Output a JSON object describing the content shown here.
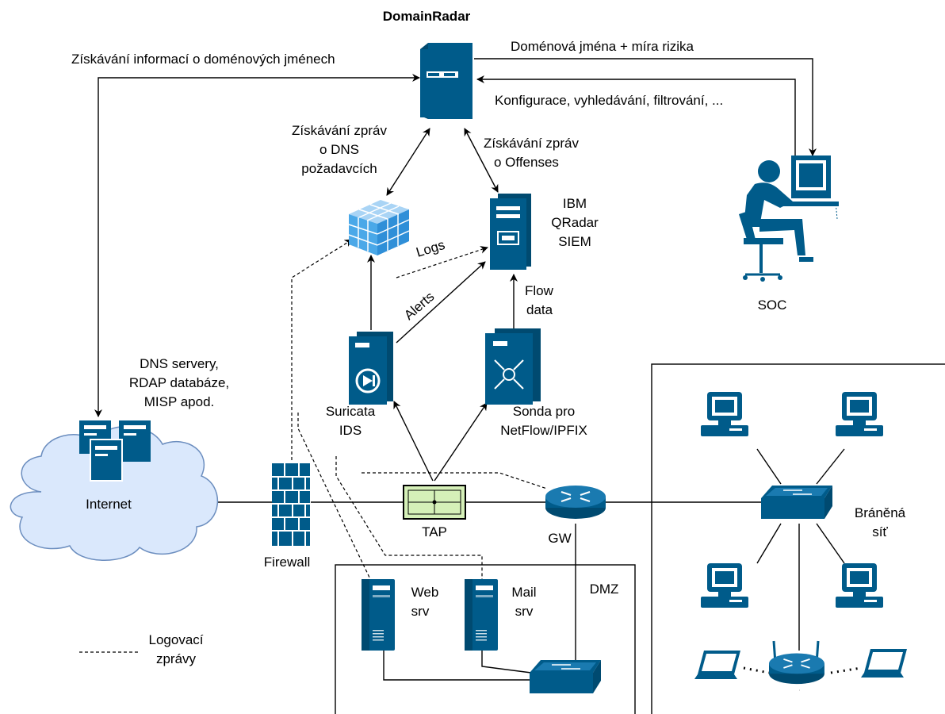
{
  "title": "DomainRadar",
  "top_left_label": "Získávání informací o doménových jménech",
  "top_right_label_1": "Doménová jména + míra rizika",
  "top_right_label_2": "Konfigurace, vyhledávání, filtrování, ...",
  "dns_msgs": [
    "Získávání zpráv",
    "o DNS",
    "požadavcích"
  ],
  "offense_msgs": [
    "Získávání zpráv",
    "o Offenses"
  ],
  "qradar": [
    "IBM",
    "QRadar",
    "SIEM"
  ],
  "soc": "SOC",
  "logs": "Logs",
  "alerts": "Alerts",
  "flow": [
    "Flow",
    "data"
  ],
  "dns_servers": [
    "DNS servery,",
    "RDAP databáze,",
    "MISP apod."
  ],
  "suricata": [
    "Suricata",
    "IDS"
  ],
  "sonda": [
    "Sonda pro",
    "NetFlow/IPFIX"
  ],
  "internet": "Internet",
  "firewall": "Firewall",
  "tap": "TAP",
  "gw": "GW",
  "dmz": "DMZ",
  "protected_net": [
    "Bráněná",
    "síť"
  ],
  "web": [
    "Web",
    "srv"
  ],
  "mail": [
    "Mail",
    "srv"
  ],
  "legend": [
    "Logovací",
    "zprávy"
  ],
  "colors": {
    "icon": "#005b8a",
    "tap_fill": "#d5f0b8",
    "cloud_fill": "#dae8fc",
    "cloud_stroke": "#6c8ebf"
  }
}
